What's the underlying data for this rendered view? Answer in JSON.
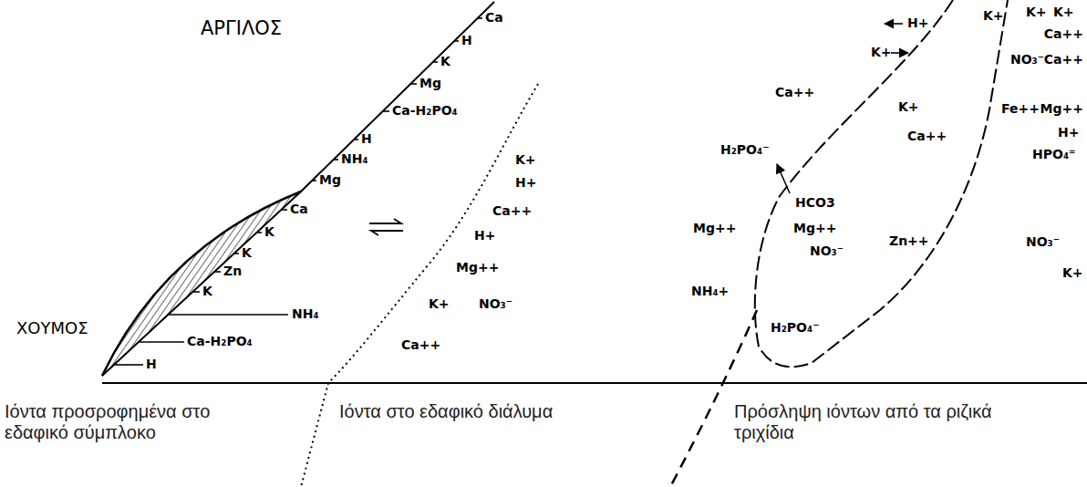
{
  "diagram": {
    "labels": [
      "ΑΡΓΙΛΟΣ",
      "Ca",
      "H",
      "K",
      "Mg",
      "Ca-H₂PO₄",
      "H",
      "NH₄",
      "Mg",
      "Ca",
      "K",
      "K",
      "Zn",
      "K",
      "NH₄",
      "Ca-H₂PO₄",
      "ΧΟΥΜΟΣ",
      "H",
      "K+",
      "H+",
      "Ca++",
      "H+",
      "Mg++",
      "K+",
      "NO₃⁻",
      "Ca++",
      "H+",
      "K+",
      "K+",
      "K+",
      "Ca++",
      "K+",
      "NO₃⁻",
      "Ca++",
      "Ca++",
      "K+",
      "Fe++",
      "Mg++",
      "H₂PO₄⁻",
      "Ca++",
      "H+",
      "HPO₄⁼",
      "HCO3",
      "Mg++",
      "Mg++",
      "NO₃⁻",
      "Zn++",
      "NO₃⁻",
      "K+",
      "NH₄+",
      "H₂PO₄⁻",
      "Ιόντα προσροφημένα στο εδαφικό σύμπλοκο",
      "Ιόντα στο εδαφικό διάλυμα",
      "Πρόσληψη ιόντων από τα ριζικά τριχίδια"
    ]
  }
}
